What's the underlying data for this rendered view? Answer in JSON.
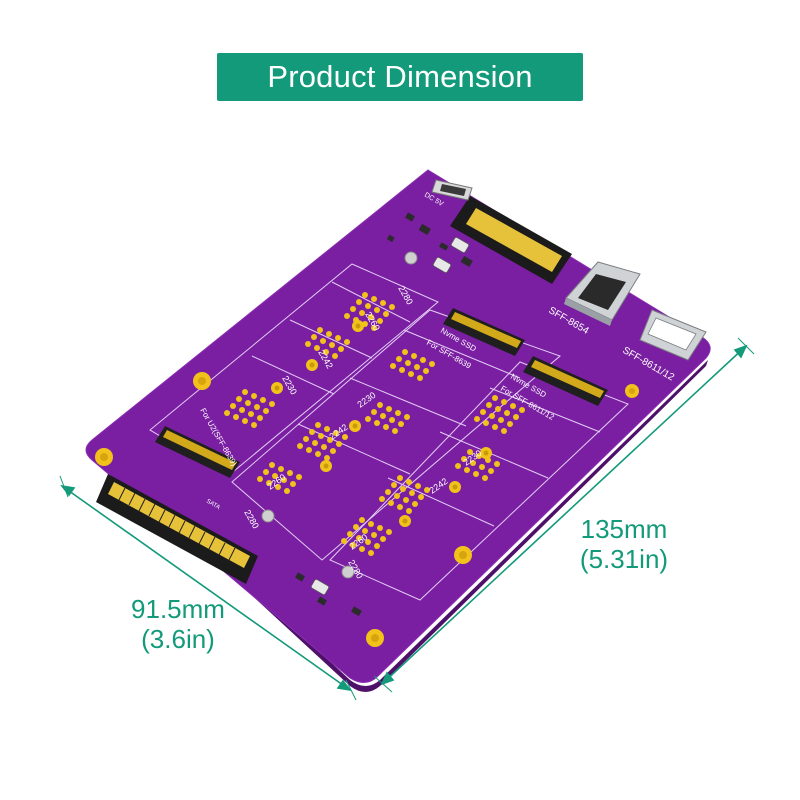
{
  "title": "Product Dimension",
  "dimensions": {
    "width_mm": "91.5mm",
    "width_in": "(3.6in)",
    "length_mm": "135mm",
    "length_in": "(5.31in)"
  },
  "board": {
    "slot_labels": [
      "2280",
      "2260",
      "2242",
      "2230"
    ],
    "connector_sff8654": "SFF-8654",
    "connector_sff8611": "SFF-8611/12",
    "label_nvme_ssd": "Nvme SSD",
    "label_for_8639": "For SFF-8639",
    "label_for_8611": "For SFF-8611/12",
    "label_for_u2": "For U2(SFF-8639)",
    "label_sata": "SATA",
    "label_power": "DC 5V"
  },
  "colors": {
    "accent": "#139a7a",
    "board": "#7a1fa2",
    "gold": "#f2c21b"
  }
}
